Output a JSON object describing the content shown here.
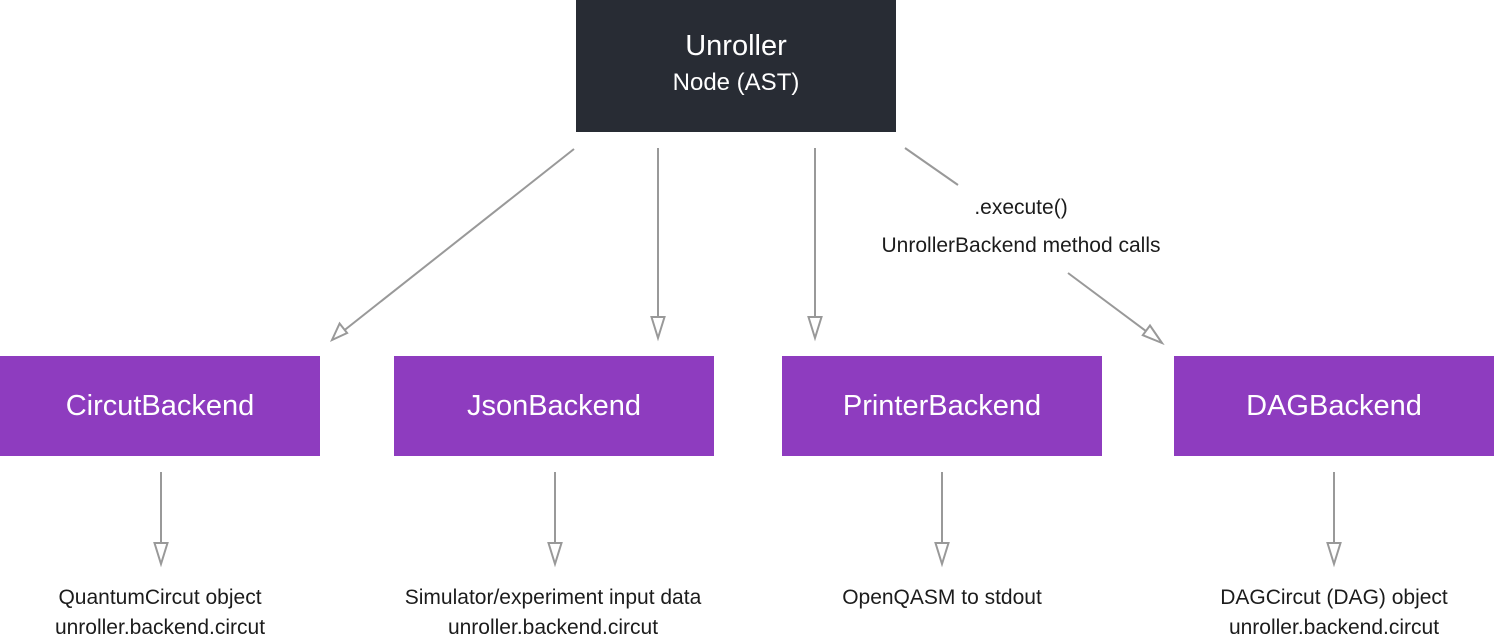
{
  "root": {
    "title": "Unroller",
    "subtitle": "Node (AST)"
  },
  "edge_label": {
    "line1": ".execute()",
    "line2": "UnrollerBackend method calls"
  },
  "backends": [
    {
      "name": "CircutBackend",
      "output": "QuantumCircut object",
      "module": "unroller.backend.circut"
    },
    {
      "name": "JsonBackend",
      "output": "Simulator/experiment input data",
      "module": "unroller.backend.circut"
    },
    {
      "name": "PrinterBackend",
      "output": "OpenQASM to stdout",
      "module": ""
    },
    {
      "name": "DAGBackend",
      "output": "DAGCircut (DAG) object",
      "module": "unroller.backend.circut"
    }
  ],
  "colors": {
    "root_fill": "#282c34",
    "backend_fill": "#8e3cbf",
    "arrow": "#999999",
    "text": "#1c1c1c"
  }
}
